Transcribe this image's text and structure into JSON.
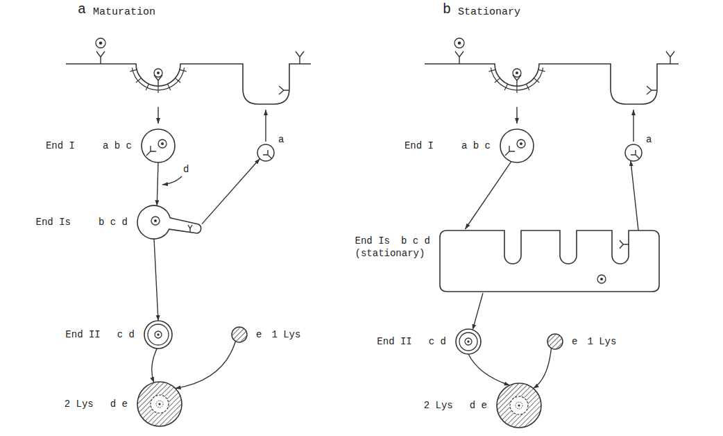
{
  "diagram": {
    "nodes": [
      {
        "text": [
          "End I",
          "a b c"
        ]
      },
      {
        "text": [
          "a"
        ]
      },
      {
        "text": [
          "End Is",
          "b c d"
        ]
      },
      {
        "text": [
          "End II",
          "c d"
        ]
      },
      {
        "text": [
          "e",
          "1 Lys"
        ]
      },
      {
        "text": [
          "2 Lys",
          "d e"
        ]
      },
      {
        "text": [
          "End I",
          "a b c"
        ]
      },
      {
        "text": [
          "a"
        ]
      },
      {
        "text": [
          "End Is",
          "b c d",
          "(stationary)"
        ]
      },
      {
        "text": [
          "End II",
          "c d"
        ]
      },
      {
        "text": [
          "e",
          "1 Lys"
        ]
      },
      {
        "text": [
          "2 Lys",
          "d e"
        ]
      }
    ],
    "edges": [
      {
        "from": 0,
        "to": 2,
        "arrow": "to"
      },
      {
        "from": 2,
        "to": 1,
        "arrow": "to"
      },
      {
        "from": 2,
        "to": 3,
        "arrow": "to"
      },
      {
        "from": 3,
        "to": 5,
        "arrow": "to"
      },
      {
        "from": 4,
        "to": 5,
        "arrow": "to"
      },
      {
        "from": 6,
        "to": 8,
        "arrow": "to"
      },
      {
        "from": 8,
        "to": 7,
        "arrow": "to"
      },
      {
        "from": 8,
        "to": 9,
        "arrow": "to"
      },
      {
        "from": 9,
        "to": 11,
        "arrow": "to"
      },
      {
        "from": 10,
        "to": 11,
        "arrow": "to"
      }
    ],
    "labels": [
      "a",
      "Maturation",
      "b",
      "Stationary",
      "d"
    ]
  }
}
